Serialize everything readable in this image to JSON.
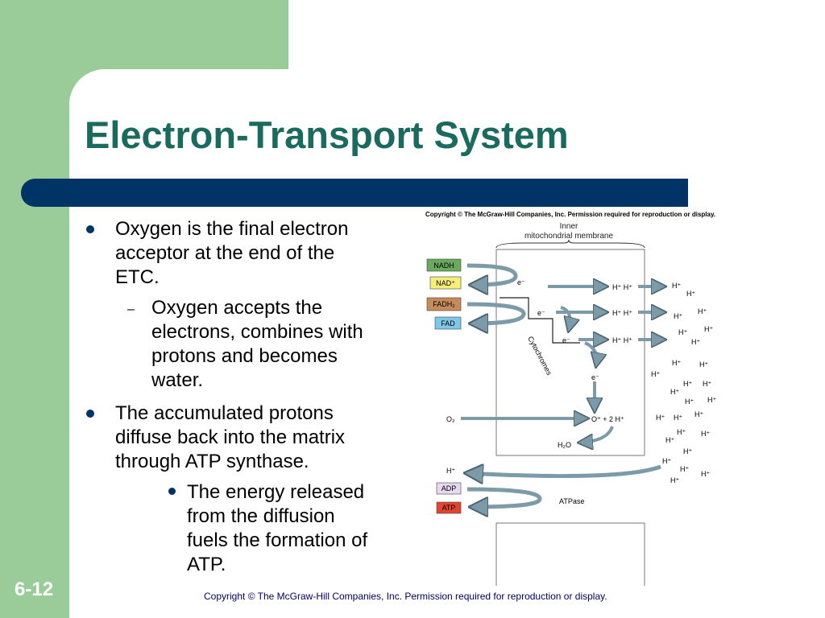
{
  "slide": {
    "title": "Electron-Transport System",
    "slide_number": "6-12",
    "footer": "Copyright © The McGraw-Hill Companies, Inc. Permission required for reproduction or display."
  },
  "bullets": [
    {
      "lines": [
        "Oxygen is the final electron",
        "acceptor at the end of the",
        "ETC."
      ]
    },
    {
      "sub_lines": [
        "Oxygen accepts the",
        "electrons, combines with",
        "protons and becomes",
        "water."
      ]
    },
    {
      "lines": [
        "The accumulated protons",
        "diffuse back into the matrix",
        "through ATP synthase."
      ]
    },
    {
      "sub_lines": [
        "The energy released",
        "from the diffusion",
        "fuels the formation of",
        "ATP."
      ]
    }
  ],
  "figure": {
    "copyright": "Copyright © The McGraw-Hill Companies, Inc. Permission required for reproduction or display.",
    "membrane_label_1": "Inner",
    "membrane_label_2": "mitochondrial membrane",
    "nadh": "NADH",
    "nad": "NAD⁺",
    "fadh2": "FADH₂",
    "fad": "FAD",
    "cytochromes": "Cytochromes",
    "e": "e⁻",
    "hh": "H⁺ H⁺",
    "h": "H⁺",
    "o2": "O₂",
    "o2minus": "O⁼ + 2 H⁺",
    "h2o": "H₂O",
    "adp": "ADP",
    "atp": "ATP",
    "atpase": "ATPase",
    "colors": {
      "nadh": "#6aaa5c",
      "nad": "#f5ee7a",
      "fadh2": "#c98a5a",
      "fad": "#7fc7e8",
      "adp": "#e6d9ee",
      "atp": "#e2452e",
      "arrow": "#7d9aa8"
    }
  }
}
